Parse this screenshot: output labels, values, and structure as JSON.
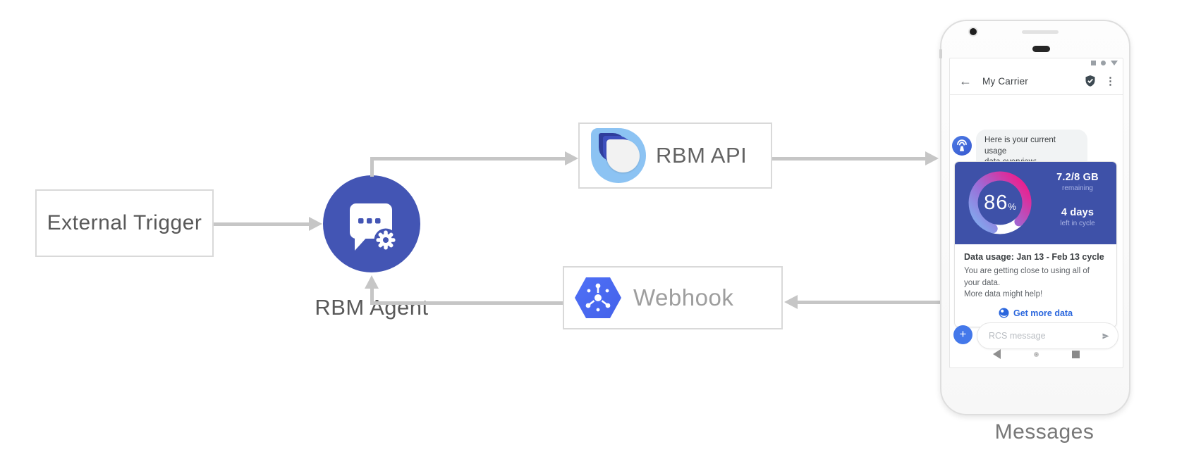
{
  "diagram": {
    "external_trigger_label": "External Trigger",
    "rbm_agent_label": "RBM Agent",
    "rbm_api_label": "RBM API",
    "webhook_label": "Webhook",
    "phone_caption": "Messages"
  },
  "phone": {
    "header": {
      "back_icon": "←",
      "title": "My Carrier",
      "menu_icon": "⋮"
    },
    "chat": {
      "message_line1": "Here is your current usage",
      "message_line2": "data overview:",
      "card": {
        "percent_value": "86",
        "percent_unit": "%",
        "usage_value": "7.2/8 GB",
        "usage_caption": "remaining",
        "days_value": "4 days",
        "days_caption": "left in cycle",
        "title": "Data usage: Jan 13 - Feb 13 cycle",
        "body_line1": "You are getting close to using all of your data.",
        "body_line2": "More data might help!",
        "action_label": "Get more data"
      }
    },
    "composer": {
      "plus_icon": "+",
      "placeholder": "RCS message"
    }
  },
  "icons": {
    "agent": "chat-bubble-with-gear",
    "rbm_api": "layered-teardrop-logo",
    "webhook": "hexagon-pubsub-hub",
    "avatar": "broadcast-antenna",
    "verified": "shield-check",
    "action": "globe",
    "send": "send-arrow"
  },
  "colors": {
    "agent_circle": "#4355b4",
    "card_blue": "#3e51a8",
    "gauge_gradient_start": "#7eb2f0",
    "gauge_gradient_mid": "#9a6ed9",
    "gauge_gradient_end": "#ee1d8c",
    "link_blue": "#2a66dd",
    "hexagon_blue": "#4a6bf4",
    "logo_light_blue": "#8cc3f3",
    "arrow_gray": "#c6c6c6"
  }
}
